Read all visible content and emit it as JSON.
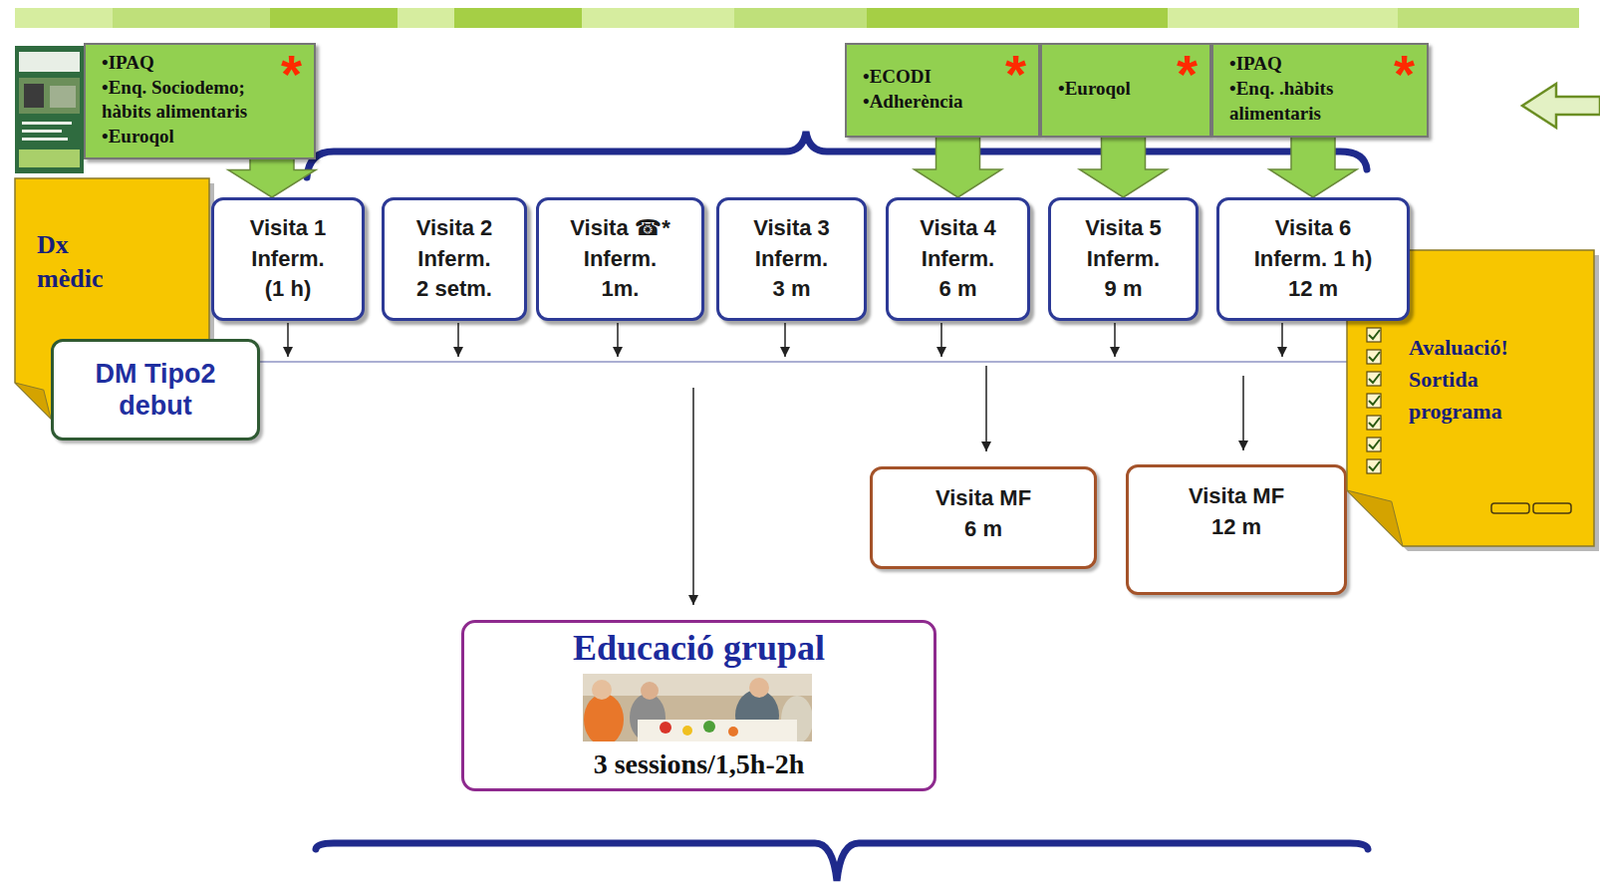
{
  "diagram": {
    "nodes": [
      {
        "text": [
          "•IPAQ",
          "•Enq. Sociodemo; hàbits alimentaris",
          "•Euroqol",
          "*"
        ]
      },
      {
        "text": [
          "•ECODI",
          "•Adherència",
          "*"
        ]
      },
      {
        "text": [
          "•Euroqol",
          "*"
        ]
      },
      {
        "text": [
          "•IPAQ",
          "•Enq. .hàbits alimentaris",
          "*"
        ]
      },
      {
        "text": [
          "Dx mèdic"
        ]
      },
      {
        "text": [
          "DM Tipo2 debut"
        ]
      },
      {
        "text": [
          "Visita 1",
          "Inferm.",
          "(1 h)"
        ]
      },
      {
        "text": [
          "Visita 2",
          "Inferm.",
          "2 setm."
        ]
      },
      {
        "text": [
          "Visita ☎*",
          "Inferm.",
          "1m."
        ]
      },
      {
        "text": [
          "Visita 3",
          "Inferm.",
          "3 m"
        ]
      },
      {
        "text": [
          "Visita 4",
          "Inferm.",
          "6 m"
        ]
      },
      {
        "text": [
          "Visita 5",
          "Inferm.",
          "9 m"
        ]
      },
      {
        "text": [
          "Visita 6",
          "Inferm. 1 h)",
          "12 m"
        ]
      },
      {
        "text": [
          "Visita MF",
          "6 m"
        ]
      },
      {
        "text": [
          "Visita MF",
          "12 m"
        ]
      },
      {
        "text": [
          "Avaluació! Sortida programa"
        ]
      },
      {
        "text": [
          "Educació grupal",
          "3 sessions/1,5h-2h"
        ]
      }
    ],
    "edges": [
      {
        "from": 0,
        "to": 6,
        "arrow": "to"
      },
      {
        "from": 1,
        "to": 10,
        "arrow": "to"
      },
      {
        "from": 2,
        "to": 11,
        "arrow": "to"
      },
      {
        "from": 3,
        "to": 12,
        "arrow": "to"
      }
    ]
  }
}
